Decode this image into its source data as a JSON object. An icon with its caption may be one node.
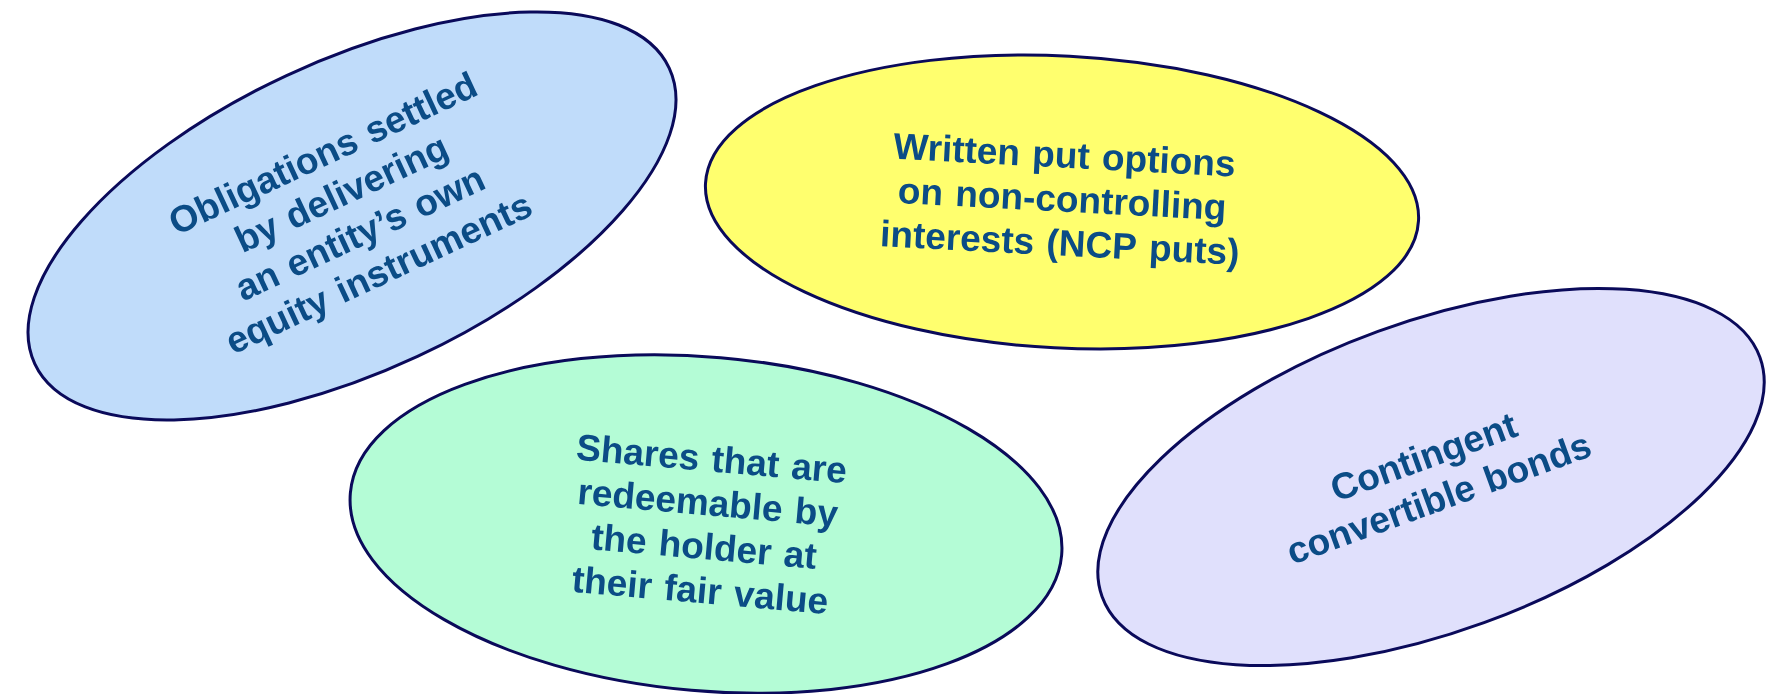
{
  "diagram": {
    "nodes": [
      {
        "text": [
          "Obligations settled by delivering an entity’s own equity instruments"
        ]
      },
      {
        "text": [
          "Written put options on non-controlling interests (NCP puts)"
        ]
      },
      {
        "text": [
          "Shares that are redeemable by the holder at their fair value"
        ]
      },
      {
        "text": [
          "Contingent convertible bonds"
        ]
      }
    ]
  }
}
